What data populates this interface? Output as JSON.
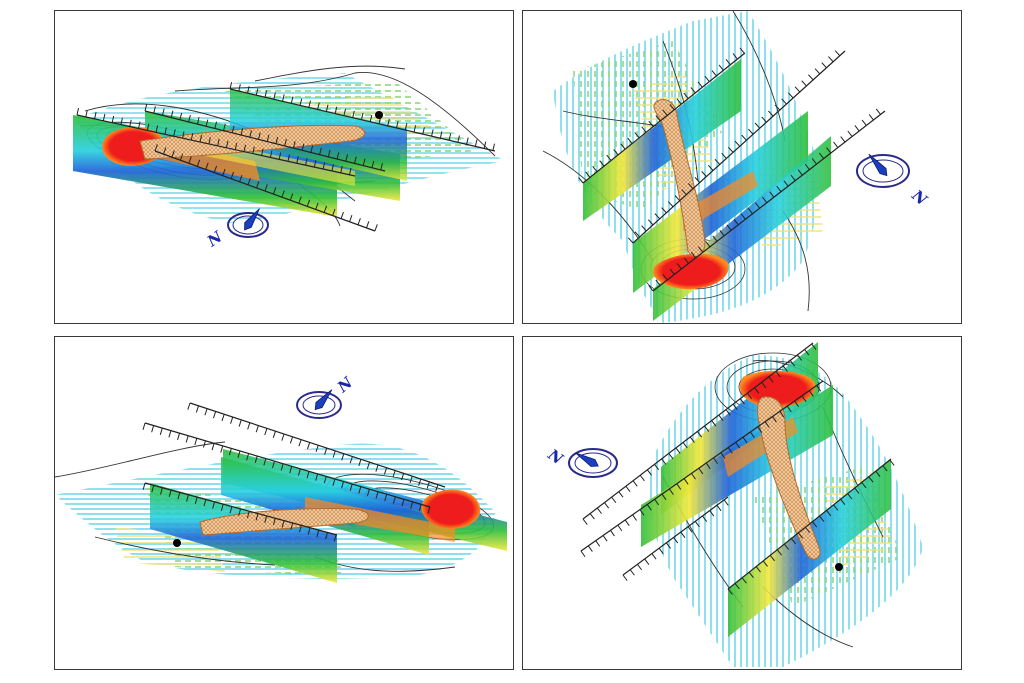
{
  "compass": {
    "north_label": "N",
    "ring_color": "#2a2a8a",
    "needle_color": "#1a3fc0",
    "label_color": "#1a28a8"
  },
  "colors": {
    "anomaly_red": "#ee1c1c",
    "anomaly_orange": "#ff8a1e",
    "section_green": "#2fbf3a",
    "section_blue": "#1e63d8",
    "section_cyan": "#28d0e0",
    "section_yellow": "#f4e83a",
    "hatch_cyan": "#5fd3e6",
    "hatch_green": "#8ed67a",
    "hatch_yellow": "#f3e88a",
    "ore_body": "#e9b07a",
    "contour": "#333333"
  },
  "panels": [
    {
      "id": "top-left",
      "north_label": "N"
    },
    {
      "id": "top-right",
      "north_label": "N"
    },
    {
      "id": "bottom-left",
      "north_label": "N"
    },
    {
      "id": "bottom-right",
      "north_label": "N"
    }
  ]
}
